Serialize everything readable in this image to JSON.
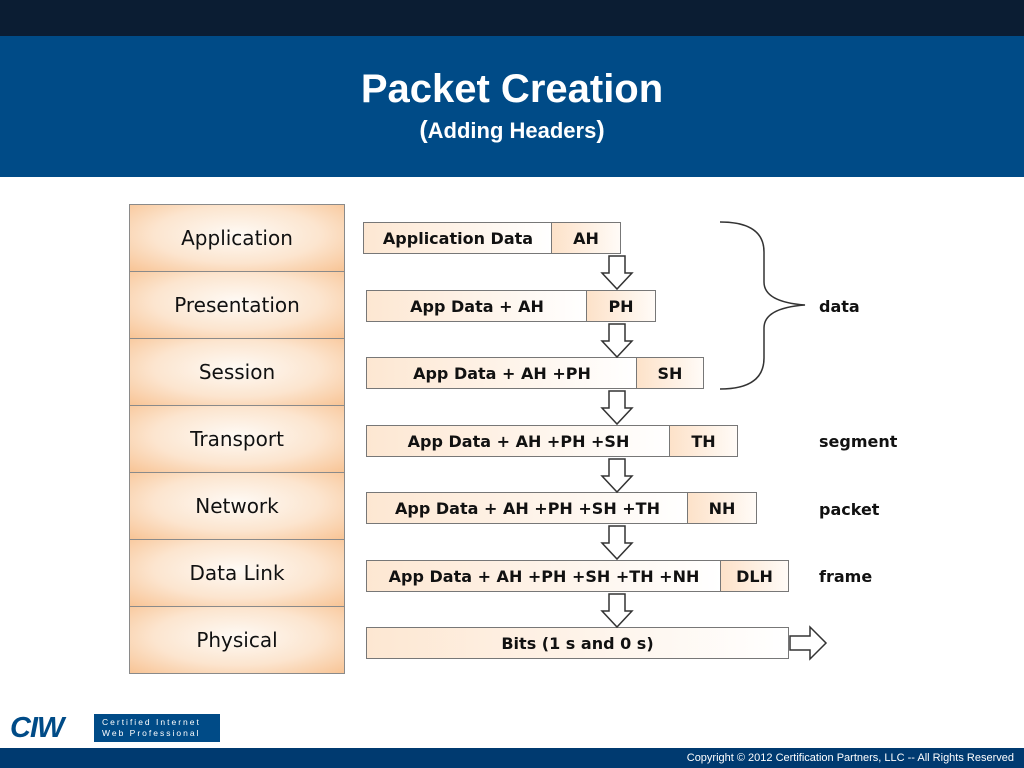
{
  "header": {
    "title": "Packet Creation",
    "subtitle": "Adding Headers",
    "paren_open": "(",
    "paren_close": ")"
  },
  "layers": [
    "Application",
    "Presentation",
    "Session",
    "Transport",
    "Network",
    "Data Link",
    "Physical"
  ],
  "packets": [
    {
      "payload": "Application Data",
      "header": "AH"
    },
    {
      "payload": "App Data + AH",
      "header": "PH"
    },
    {
      "payload": "App Data + AH +PH",
      "header": "SH"
    },
    {
      "payload": "App Data + AH +PH +SH",
      "header": "TH"
    },
    {
      "payload": "App Data + AH +PH +SH +TH",
      "header": "NH"
    },
    {
      "payload": "App Data + AH +PH +SH +TH +NH",
      "header": "DLH"
    },
    {
      "payload": "Bits (1 s and 0 s)",
      "header": ""
    }
  ],
  "labels": {
    "data": "data",
    "segment": "segment",
    "packet": "packet",
    "frame": "frame"
  },
  "logo": {
    "mark": "CIW",
    "line1": "Certified Internet",
    "line2": "Web Professional"
  },
  "footer": {
    "copyright": "Copyright © 2012 Certification Partners, LLC -- All Rights Reserved"
  },
  "colors": {
    "header_bg": "#004b87",
    "top_bar": "#0b1d33",
    "layer_fill": "#f8c495"
  }
}
